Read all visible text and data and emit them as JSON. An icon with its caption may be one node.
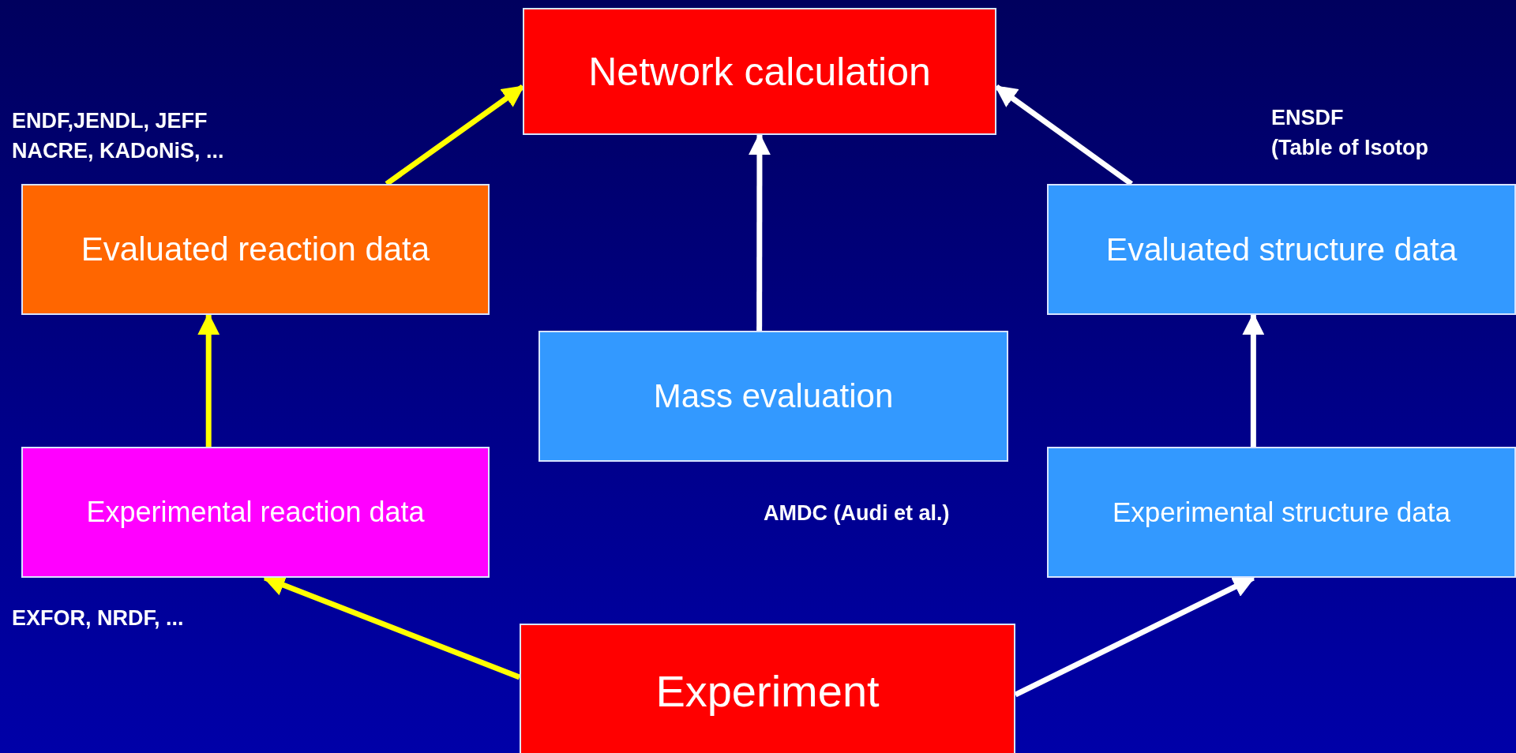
{
  "diagram": {
    "nodes": [
      {
        "text": [
          "Network calculation"
        ]
      },
      {
        "text": [
          "Evaluated reaction data"
        ]
      },
      {
        "text": [
          "Mass evaluation"
        ]
      },
      {
        "text": [
          "Evaluated structure data"
        ]
      },
      {
        "text": [
          "Experimental reaction data"
        ]
      },
      {
        "text": [
          "Experimental structure data"
        ]
      },
      {
        "text": [
          "Experiment"
        ]
      }
    ],
    "edges": [
      {
        "from": 1,
        "to": 0,
        "arrow": "to",
        "color": "#ffff00"
      },
      {
        "from": 2,
        "to": 0,
        "arrow": "to"
      },
      {
        "from": 3,
        "to": 0,
        "arrow": "to"
      },
      {
        "from": 4,
        "to": 1,
        "arrow": "to",
        "color": "#ffff00"
      },
      {
        "from": 5,
        "to": 3,
        "arrow": "to"
      },
      {
        "from": 6,
        "to": 4,
        "arrow": "to",
        "color": "#ffff00"
      },
      {
        "from": 6,
        "to": 5,
        "arrow": "to"
      }
    ],
    "labels": [
      "ENDF,JENDL, JEFF",
      "NACRE, KADoNiS, ...",
      "ENSDF",
      "(Table of Isotop",
      "AMDC (Audi et al.)",
      "EXFOR, NRDF, ..."
    ]
  }
}
